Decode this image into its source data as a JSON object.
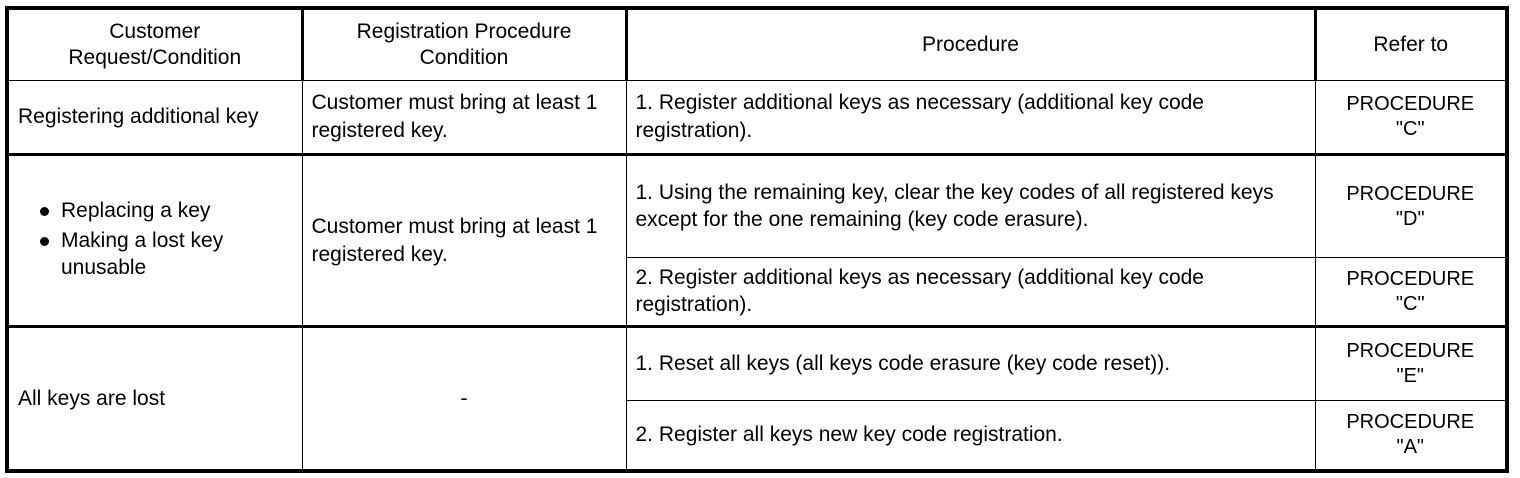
{
  "table": {
    "headers": [
      "Customer\nRequest/Condition",
      "Registration Procedure\nCondition",
      "Procedure",
      "Refer to"
    ],
    "headers_flat": {
      "col1_line1": "Customer",
      "col1_line2": "Request/Condition",
      "col2_line1": "Registration Procedure",
      "col2_line2": "Condition",
      "col3": "Procedure",
      "col4": "Refer to"
    },
    "rows": [
      {
        "request_condition": "Registering additional key",
        "registration_condition": "Customer must bring at least 1 registered key.",
        "procedures": [
          {
            "text": "1. Register additional keys as necessary (additional key code registration).",
            "refer_to_line1": "PROCEDURE",
            "refer_to_line2": "\"C\""
          }
        ]
      },
      {
        "request_condition_bullets": [
          "Replacing a key",
          "Making a lost key unusable"
        ],
        "registration_condition": "Customer must bring at least 1 registered key.",
        "procedures": [
          {
            "text": "1. Using the remaining key, clear the key codes of all registered keys except for the one remaining (key code erasure).",
            "refer_to_line1": "PROCEDURE",
            "refer_to_line2": "\"D\""
          },
          {
            "text": "2. Register additional keys as necessary (additional key code registration).",
            "refer_to_line1": "PROCEDURE",
            "refer_to_line2": "\"C\""
          }
        ]
      },
      {
        "request_condition": "All keys are lost",
        "registration_condition": "-",
        "procedures": [
          {
            "text": "1. Reset all keys (all keys code erasure (key code reset)).",
            "refer_to_line1": "PROCEDURE",
            "refer_to_line2": "\"E\""
          },
          {
            "text": "2. Register all keys new key code registration.",
            "refer_to_line1": "PROCEDURE",
            "refer_to_line2": "\"A\""
          }
        ]
      }
    ]
  },
  "colors": {
    "border": "#000000",
    "text": "#000000",
    "background": "#ffffff"
  }
}
